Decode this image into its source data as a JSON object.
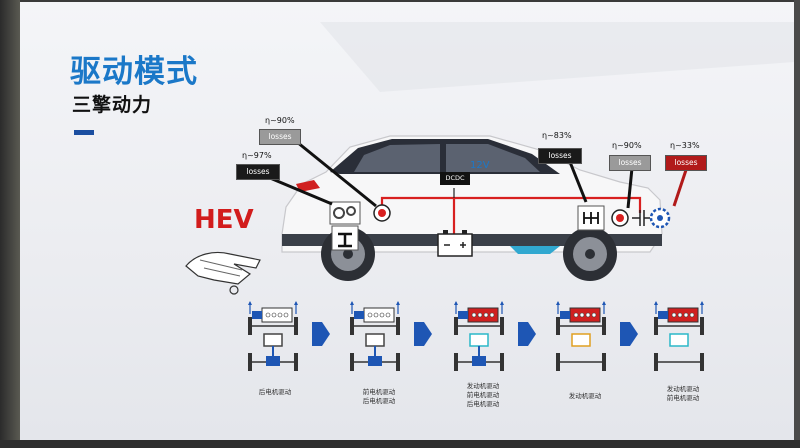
{
  "slide": {
    "title": "驱动模式",
    "subtitle": "三擎动力",
    "mode_label": "HEV"
  },
  "efficiency": [
    {
      "eta": "η~97%",
      "loss": "losses",
      "style": "dark"
    },
    {
      "eta": "η~90%",
      "loss": "losses",
      "style": "grey"
    },
    {
      "eta": "η~83%",
      "loss": "losses",
      "style": "dark"
    },
    {
      "eta": "η~90%",
      "loss": "losses",
      "style": "grey"
    },
    {
      "eta": "η~33%",
      "loss": "losses",
      "style": "red"
    }
  ],
  "powertrain": {
    "voltage_label": "12V",
    "converter_label": "DCDC"
  },
  "modes": [
    {
      "caption": [
        "后电机驱动"
      ]
    },
    {
      "caption": [
        "前电机驱动",
        "后电机驱动"
      ]
    },
    {
      "caption": [
        "发动机驱动",
        "前电机驱动",
        "后电机驱动"
      ]
    },
    {
      "caption": [
        "发动机驱动"
      ]
    },
    {
      "caption": [
        "发动机驱动",
        "前电机驱动"
      ]
    }
  ],
  "colors": {
    "title": "#1b78c8",
    "hev": "#d21c1c",
    "wire": "#d82020",
    "arrow": "#1e56b4",
    "engine": "#d02020",
    "motor": "#1e56b4",
    "generator": "#2ab8c8",
    "battery_idle": "#e0a020"
  },
  "icons": [
    "gears-icon",
    "motor-icon",
    "battery-icon",
    "gearbox-icon",
    "hand-icon",
    "arrow-right-icon"
  ]
}
